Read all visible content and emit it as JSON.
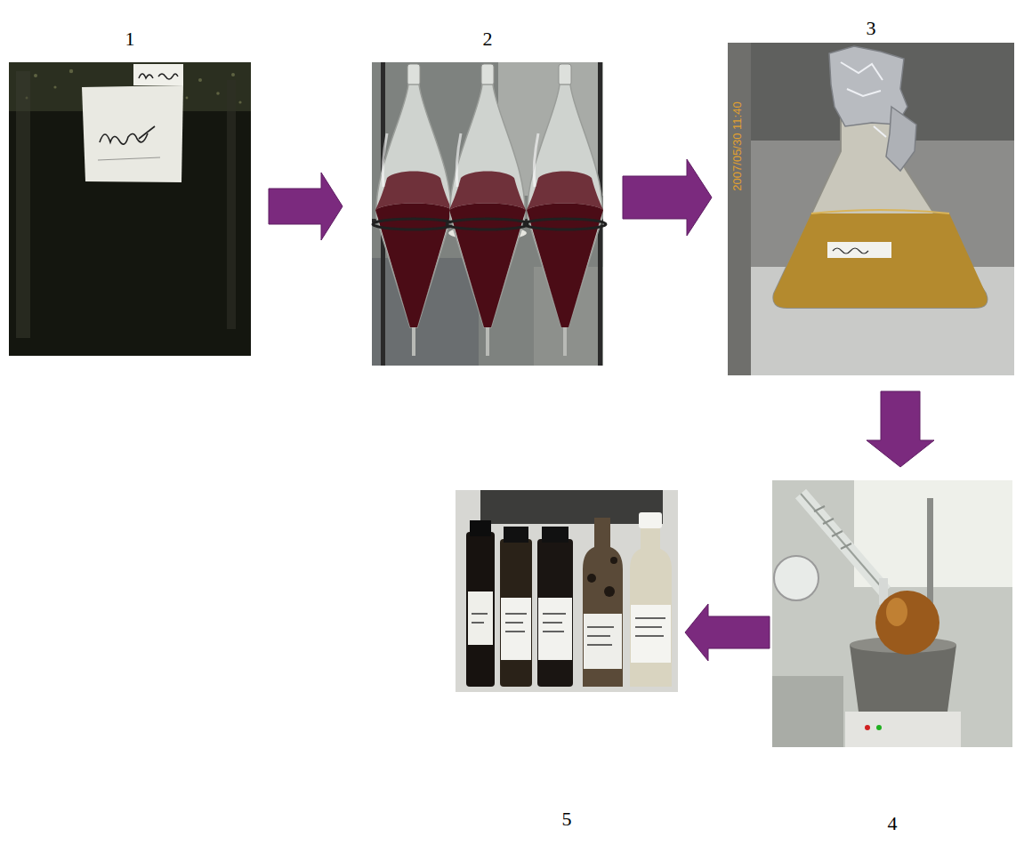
{
  "diagram": {
    "nodes": [
      {
        "text": [
          "1"
        ]
      },
      {
        "text": [
          "2"
        ]
      },
      {
        "text": [
          "3"
        ]
      },
      {
        "text": [
          "4"
        ]
      },
      {
        "text": [
          "5"
        ]
      }
    ],
    "edges": [
      {
        "from": 0,
        "to": 1,
        "arrow": "to"
      },
      {
        "from": 1,
        "to": 2,
        "arrow": "to"
      },
      {
        "from": 2,
        "to": 3,
        "arrow": "to"
      },
      {
        "from": 3,
        "to": 4,
        "arrow": "to"
      }
    ],
    "labels": [
      "2007/05/30 11:40"
    ]
  }
}
